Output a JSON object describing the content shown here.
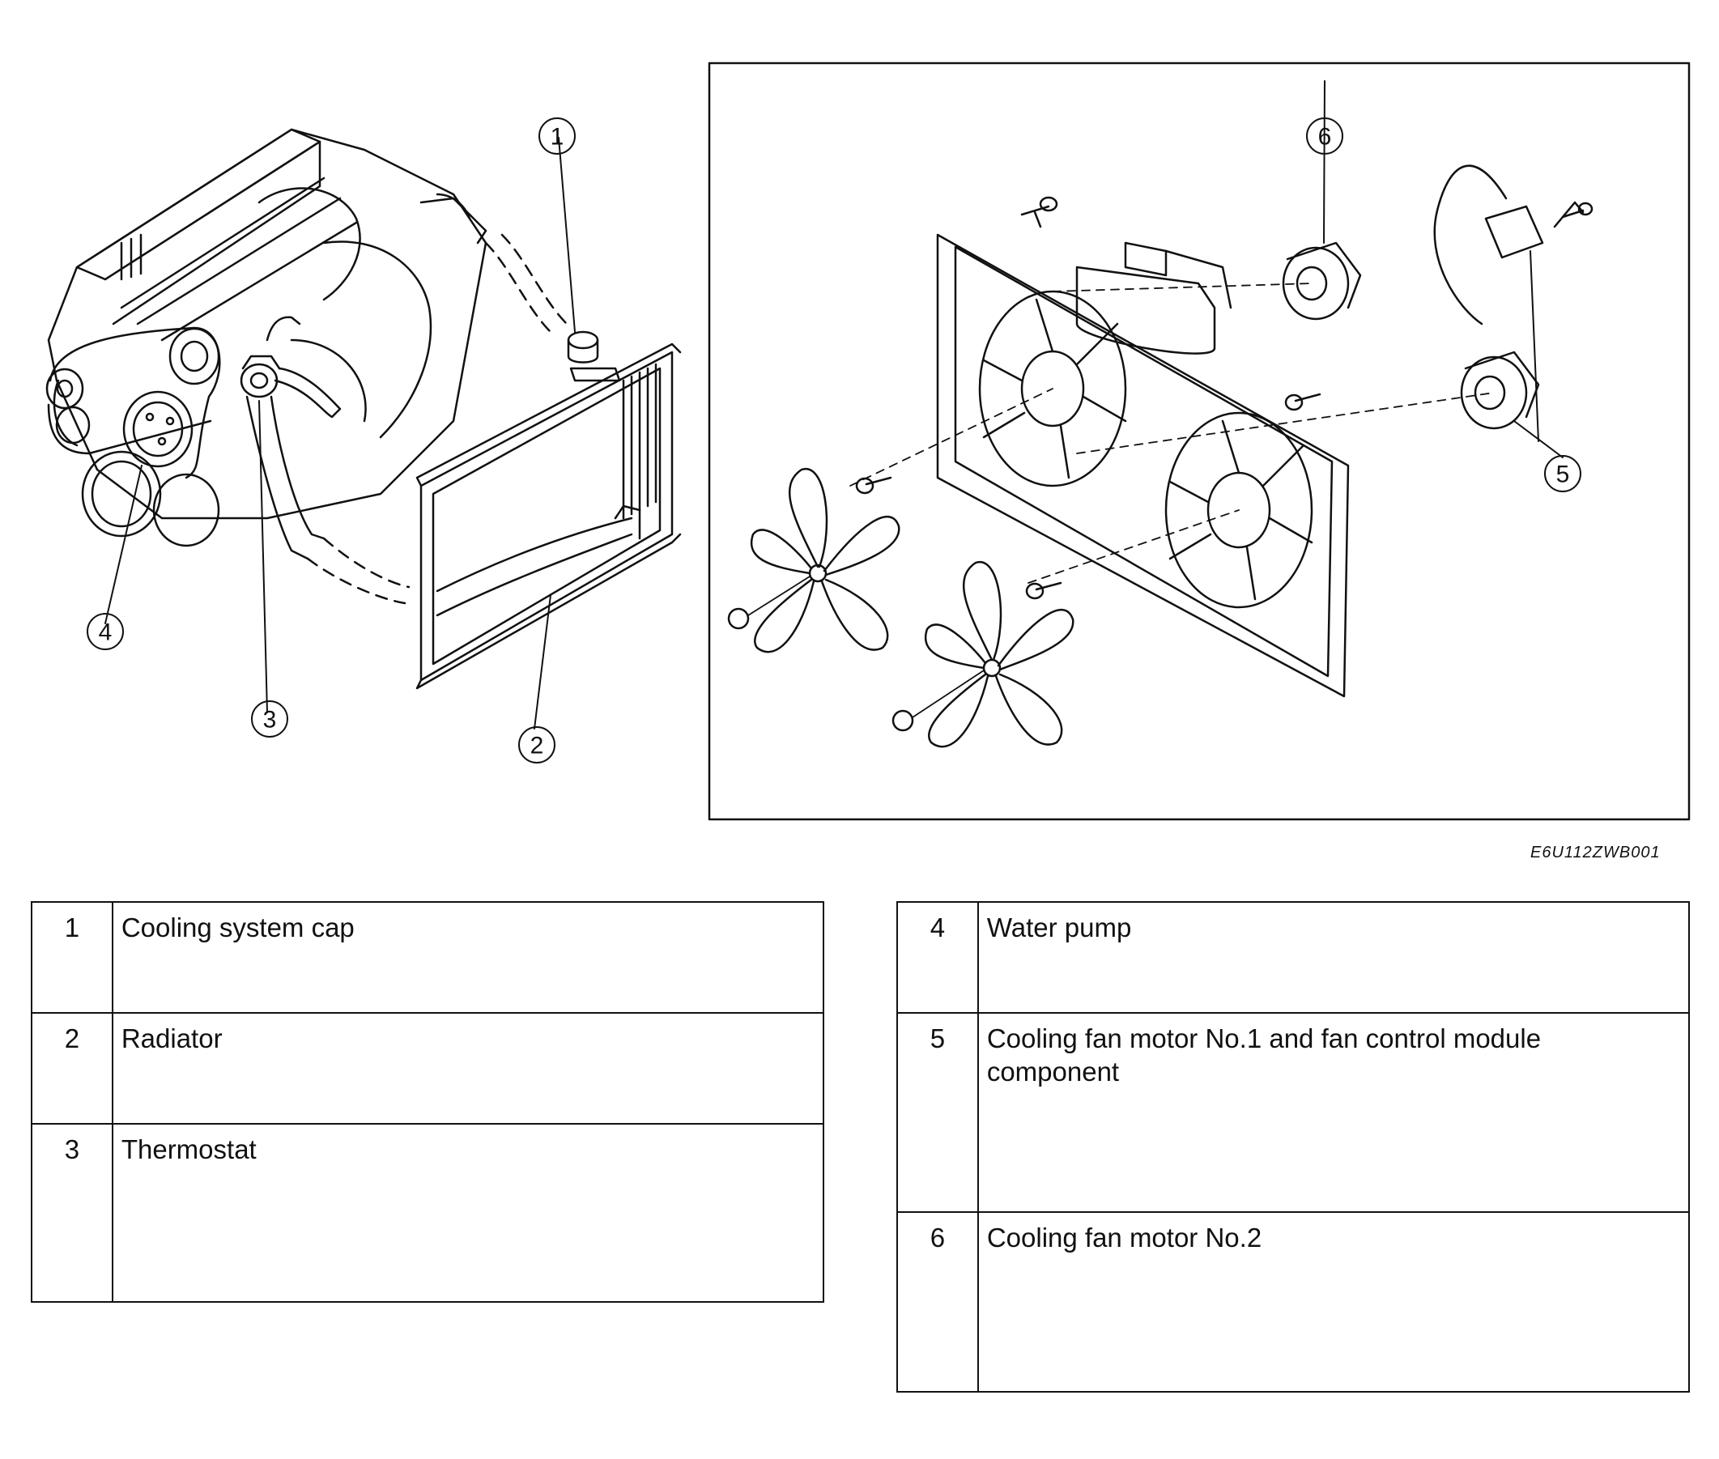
{
  "figure": {
    "code": "E6U112ZWB001",
    "callouts": [
      "1",
      "2",
      "3",
      "4",
      "5",
      "6"
    ]
  },
  "legend_left": [
    {
      "num": "1",
      "text": "Cooling system cap"
    },
    {
      "num": "2",
      "text": "Radiator"
    },
    {
      "num": "3",
      "text": "Thermostat"
    }
  ],
  "legend_right": [
    {
      "num": "4",
      "text": "Water pump"
    },
    {
      "num": "5",
      "text": "Cooling fan motor No.1 and fan control module component"
    },
    {
      "num": "6",
      "text": "Cooling fan motor No.2"
    }
  ]
}
